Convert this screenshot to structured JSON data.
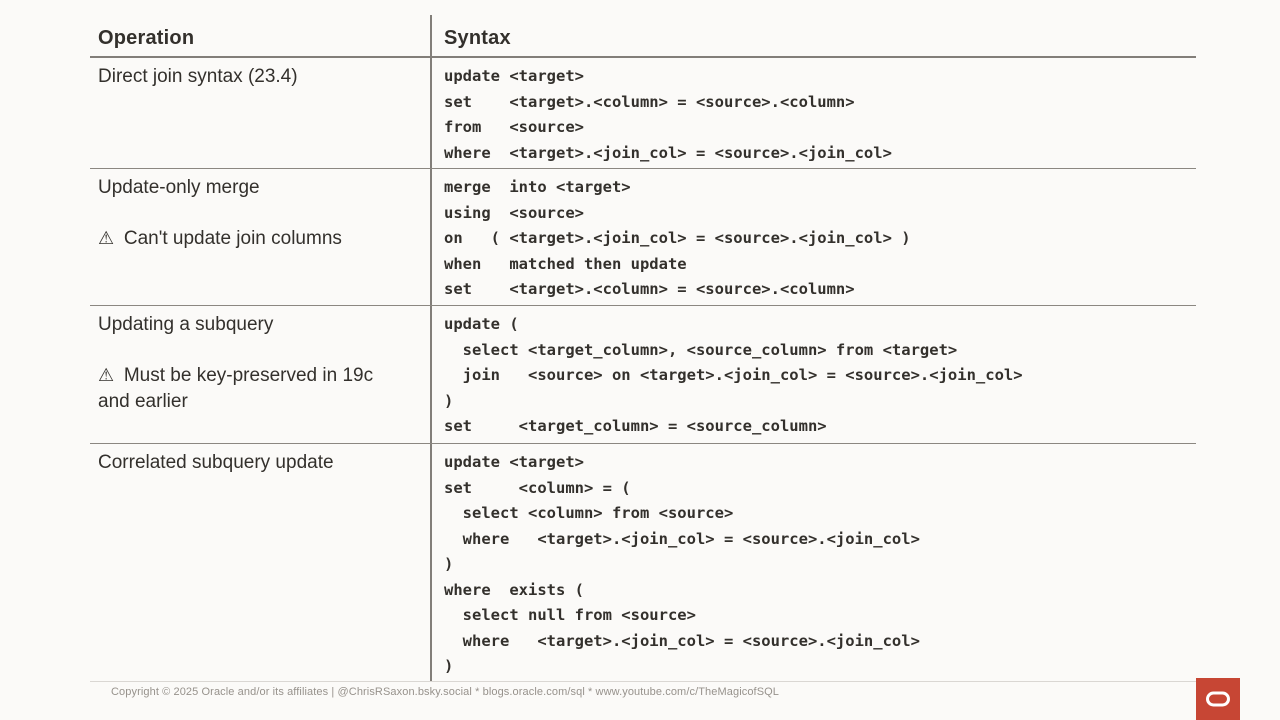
{
  "slide": {
    "background": "#FBFAF8",
    "text_color": "#33302C",
    "accent_red": "#C74634",
    "warning_icon": "⚠",
    "footer_text": "Copyright © 2025 Oracle and/or its affiliates | @ChrisRSaxon.bsky.social * blogs.oracle.com/sql * www.youtube.com/c/TheMagicofSQL"
  },
  "table": {
    "headers": [
      "Operation",
      "Syntax"
    ],
    "rows": [
      {
        "operation": "Direct join syntax (23.4)",
        "warning": null,
        "syntax": "update <target>\nset    <target>.<column> = <source>.<column>\nfrom   <source>\nwhere  <target>.<join_col> = <source>.<join_col>"
      },
      {
        "operation": "Update-only merge",
        "warning": "Can't update join columns",
        "syntax": "merge  into <target>\nusing  <source>\non   ( <target>.<join_col> = <source>.<join_col> )\nwhen   matched then update\nset    <target>.<column> = <source>.<column>"
      },
      {
        "operation": "Updating a subquery",
        "warning": "Must be key-preserved in 19c\nand earlier",
        "syntax": "update (\n  select <target_column>, <source_column> from <target>\n  join   <source> on <target>.<join_col> = <source>.<join_col>\n)\nset     <target_column> = <source_column>"
      },
      {
        "operation": "Correlated subquery update",
        "warning": null,
        "syntax": "update <target>\nset     <column> = (\n  select <column> from <source>\n  where   <target>.<join_col> = <source>.<join_col>\n)\nwhere  exists (\n  select null from <source>\n  where   <target>.<join_col> = <source>.<join_col>\n)"
      }
    ]
  }
}
